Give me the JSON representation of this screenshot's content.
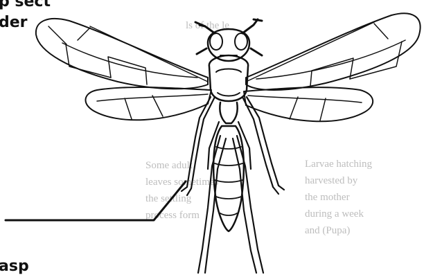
{
  "labels": {
    "top_line1": "p  sect",
    "top_line2": "der",
    "bottom": "asp"
  },
  "bleed_through": {
    "line1": "ls of the le",
    "col1": [
      "Some adult",
      "leaves sometimes",
      "the settling",
      "process form"
    ],
    "col2": [
      "Larvae hatching",
      "harvested by",
      "the mother",
      "during a week",
      "and (Pupa)"
    ]
  },
  "colors": {
    "ink": "#111111",
    "paper": "#ffffff",
    "bleed": "#bdbdbd"
  }
}
